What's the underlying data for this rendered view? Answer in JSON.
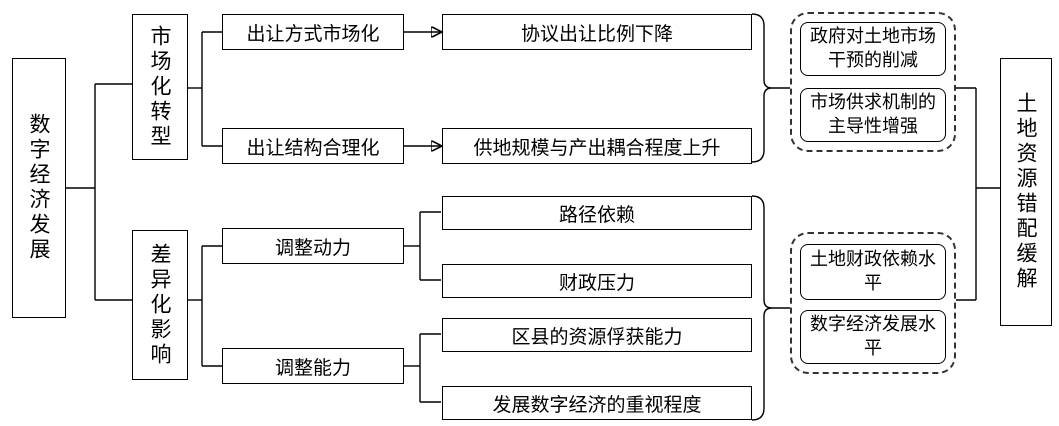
{
  "nodes": {
    "digital_economy": "数字经济发展",
    "market_transform": "市场化转型",
    "diff_impact": "差异化影响",
    "transfer_mode": "出让方式市场化",
    "transfer_structure": "出让结构合理化",
    "agreement_ratio": "协议出让比例下降",
    "supply_coupling": "供地规模与产出耦合程度上升",
    "adjust_motive": "调整动力",
    "adjust_ability": "调整能力",
    "path_dependence": "路径依赖",
    "fiscal_pressure": "财政压力",
    "resource_capture": "区县的资源俘获能力",
    "digital_emphasis": "发展数字经济的重视程度",
    "gov_intervention": "政府对土地市场干预的削减",
    "market_dominance": "市场供求机制的主导性增强",
    "land_finance": "土地财政依赖水平",
    "digital_level": "数字经济发展水平",
    "outcome": "土地资源错配缓解"
  }
}
